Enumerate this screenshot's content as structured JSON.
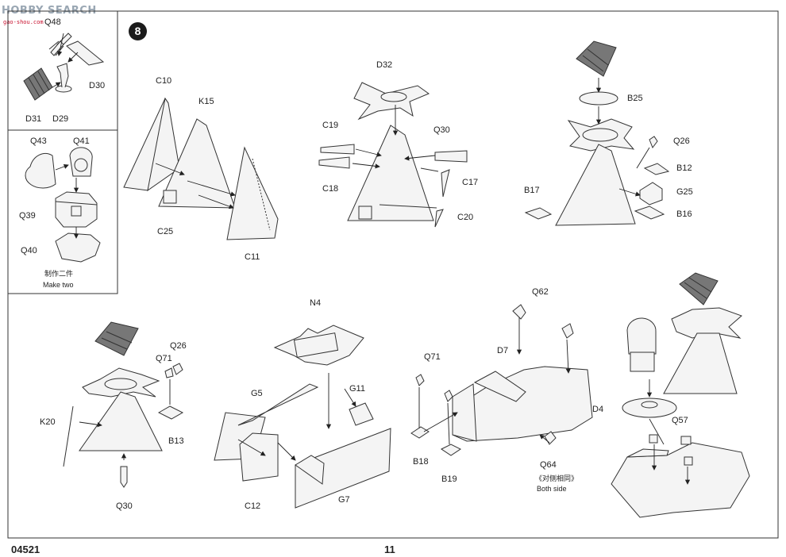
{
  "watermark": {
    "text": "HOBBY SEARCH",
    "url": "gao-shou.com"
  },
  "step": {
    "number": "8"
  },
  "footer": {
    "kit_number": "04521",
    "page_number": "11"
  },
  "inset": {
    "note_cn": "制作二件",
    "note_en": "Make two"
  },
  "labels": {
    "Q48": "Q48",
    "D30": "D30",
    "D31": "D31",
    "D29": "D29",
    "Q43": "Q43",
    "Q41": "Q41",
    "Q39": "Q39",
    "Q40": "Q40",
    "C10": "C10",
    "K15": "K15",
    "C25": "C25",
    "C11": "C11",
    "D32": "D32",
    "C19": "C19",
    "Q30a": "Q30",
    "C18": "C18",
    "C17": "C17",
    "C20": "C20",
    "B25": "B25",
    "Q26a": "Q26",
    "B12": "B12",
    "B17": "B17",
    "G25": "G25",
    "B16": "B16",
    "Q26b": "Q26",
    "Q71a": "Q71",
    "K20": "K20",
    "B13": "B13",
    "Q30b": "Q30",
    "N4": "N4",
    "G5": "G5",
    "G11": "G11",
    "C12": "C12",
    "G7": "G7",
    "Q62": "Q62",
    "Q71b": "Q71",
    "D7": "D7",
    "B18": "B18",
    "B19": "B19",
    "Q64": "Q64",
    "D4": "D4",
    "Q57": "Q57"
  },
  "both_side": {
    "cn": "《对侧相同》",
    "en": "Both side"
  }
}
